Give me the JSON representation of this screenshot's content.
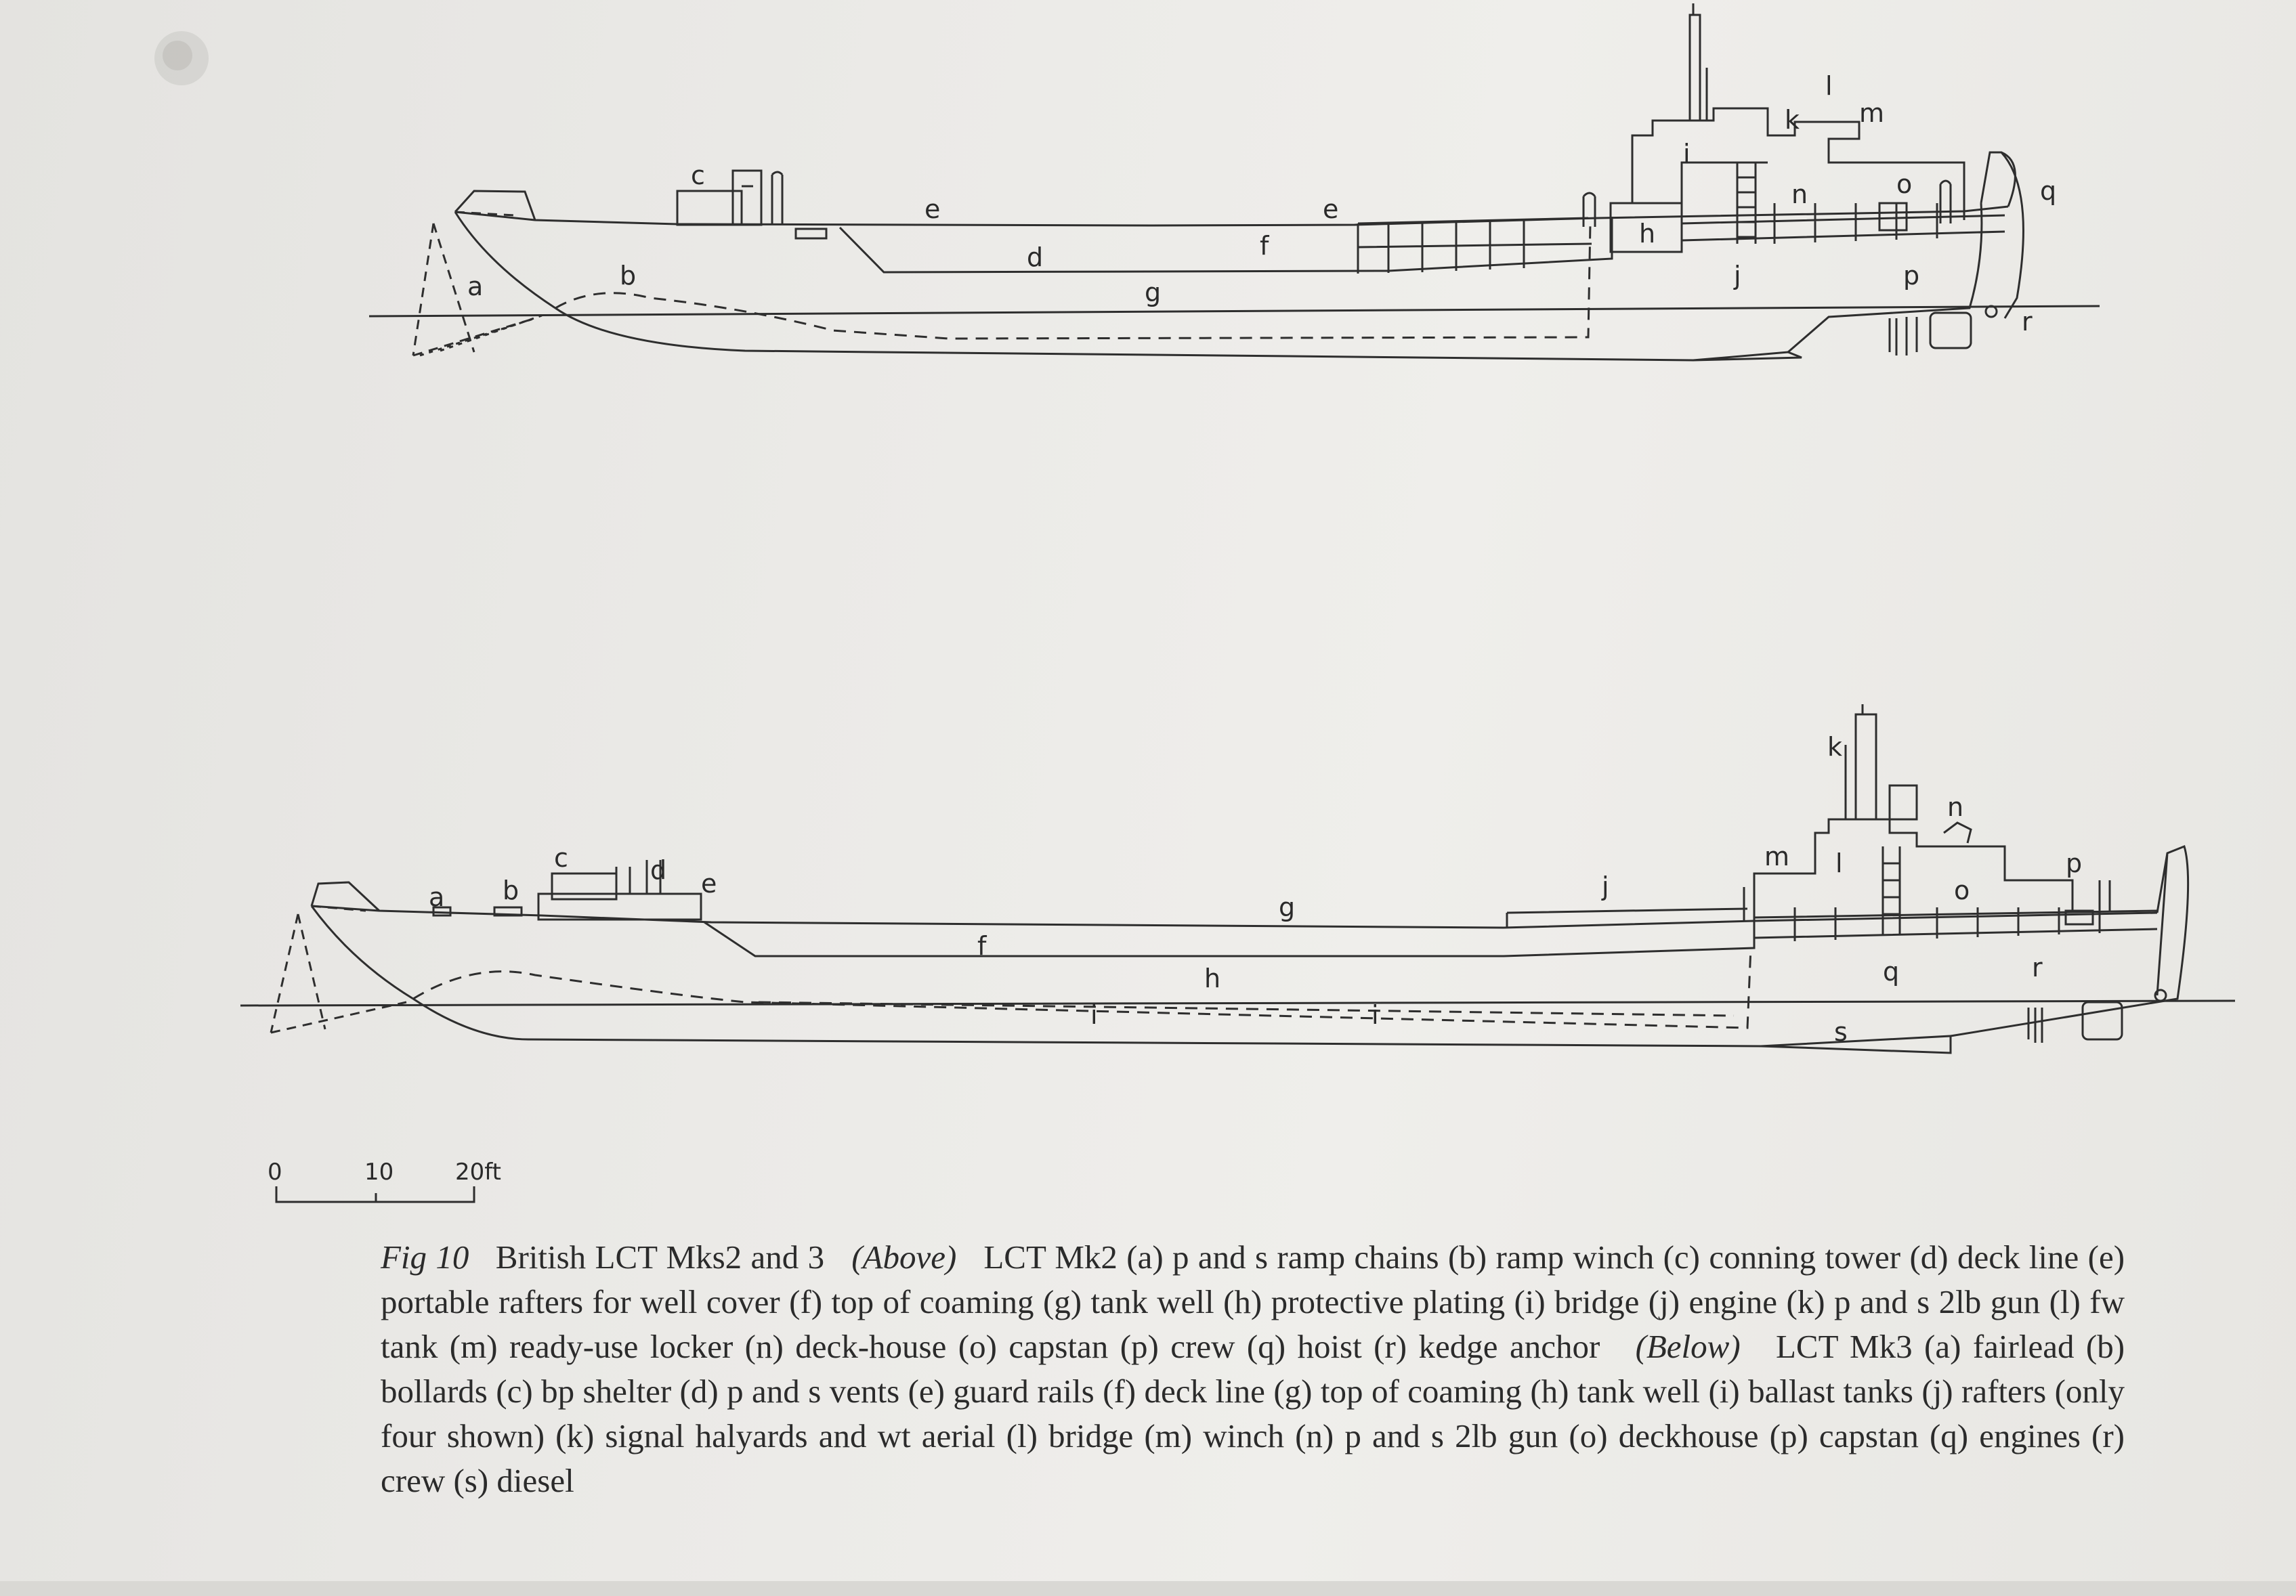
{
  "top_diagram": {
    "labels": {
      "a": "a",
      "b": "b",
      "c": "c",
      "d": "d",
      "e1": "e",
      "e2": "e",
      "f": "f",
      "g": "g",
      "h": "h",
      "i": "i",
      "j": "j",
      "k": "k",
      "l": "l",
      "m": "m",
      "n": "n",
      "o": "o",
      "p": "p",
      "q": "q",
      "r": "r"
    }
  },
  "bottom_diagram": {
    "labels": {
      "a": "a",
      "b": "b",
      "c": "c",
      "d": "d",
      "e": "e",
      "f": "f",
      "g": "g",
      "h": "h",
      "i1": "i",
      "i2": "i",
      "j": "j",
      "k": "k",
      "l": "l",
      "m": "m",
      "n": "n",
      "o": "o",
      "p": "p",
      "q": "q",
      "r": "r",
      "s": "s"
    }
  },
  "scale_bar": {
    "tick0": "0",
    "tick10": "10",
    "tick20": "20ft"
  },
  "caption": {
    "fig": "Fig 10",
    "part1": "British LCT Mks2 and 3",
    "above": "(Above)",
    "part2": "LCT Mk2 (a) p and s ramp chains (b) ramp winch (c) conning tower (d) deck line (e) portable rafters for well cover (f) top of coaming (g) tank well (h) protective plating (i) bridge (j) engine (k) p and s 2lb gun (l) fw tank (m) ready-use locker (n) deck-house (o) capstan (p) crew (q) hoist (r) kedge anchor",
    "below": "(Below)",
    "part3": "LCT Mk3 (a) fairlead (b) bollards (c) bp shelter (d) p and s vents (e) guard rails (f) deck line (g) top of coaming (h) tank well (i) ballast tanks (j) rafters (only four shown) (k) signal halyards and wt aerial (l) bridge (m) winch (n) p and s 2lb gun (o) deckhouse (p) capstan (q) engines (r) crew (s) diesel"
  }
}
